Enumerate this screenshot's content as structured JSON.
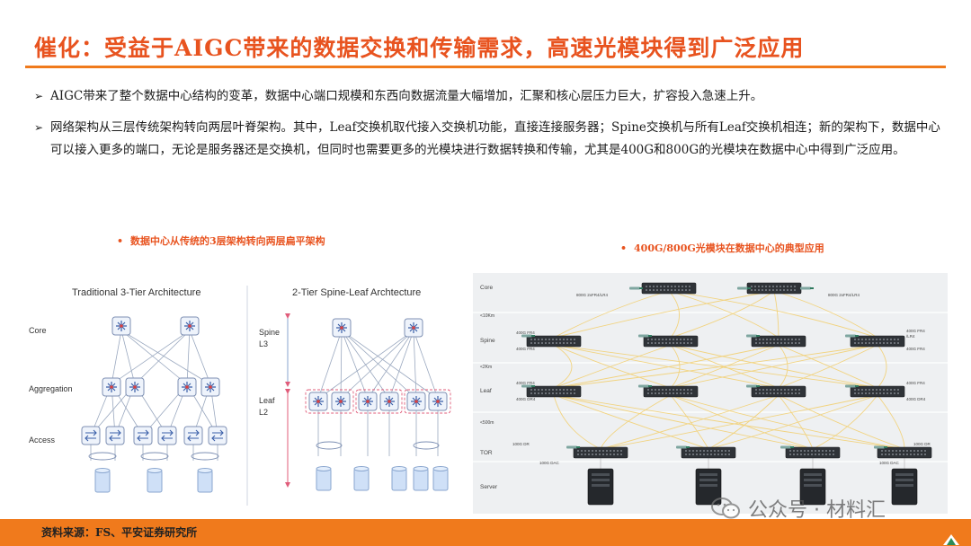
{
  "header": {
    "title": "催化：受益于AIGC带来的数据交换和传输需求，高速光模块得到广泛应用"
  },
  "bullets": [
    {
      "icon": "arrow-bullet-icon",
      "text": "AIGC带来了整个数据中心结构的变革，数据中心端口规模和东西向数据流量大幅增加，汇聚和核心层压力巨大，扩容投入急速上升。"
    },
    {
      "icon": "arrow-bullet-icon",
      "text": "网络架构从三层传统架构转向两层叶脊架构。其中，Leaf交换机取代接入交换机功能，直接连接服务器；Spine交换机与所有Leaf交换机相连；新的架构下，数据中心可以接入更多的端口，无论是服务器还是交换机，但同时也需要更多的光模块进行数据转换和传输，尤其是400G和800G的光模块在数据中心中得到广泛应用。"
    }
  ],
  "left_figure": {
    "caption": "数据中心从传统的3层架构转向两层扁平架构",
    "traditional_title": "Traditional 3-Tier Architecture",
    "spine_leaf_title": "2-Tier Spine-Leaf Archtecture",
    "layer_core": "Core",
    "layer_aggregation": "Aggregation",
    "layer_access": "Access",
    "spine_label": "Spine",
    "spine_level": "L3",
    "leaf_label": "Leaf",
    "leaf_level": "L2"
  },
  "right_figure": {
    "caption": "400G/800G光模块在数据中心的典型应用",
    "row_core": "Core",
    "dist_1": "<10Km",
    "row_spine": "Spine",
    "dist_2": "<2Km",
    "row_leaf": "Leaf",
    "dist_3": "<500m",
    "row_tor": "TOR",
    "row_server": "Server",
    "core_left_label": "800G 2xFR4/LR4",
    "core_right_label": "800G 2xFR4/LR4",
    "spine_left_label_1": "400G FR4",
    "spine_left_label_2": "400G FR4",
    "spine_right_label_1": "400G FR4",
    "spine_right_label_1b": "/LR4",
    "spine_right_label_2": "400G FR4",
    "leaf_left_label_1": "400G FR4",
    "leaf_left_label_2": "400G DR4",
    "leaf_right_label_1": "400G FR4",
    "leaf_right_label_2": "400G DR4",
    "tor_left_label_1": "100G DR",
    "tor_left_label_2": "100G DAC",
    "tor_right_label_1": "100G DR",
    "tor_right_label_2": "100G DAC"
  },
  "footer": {
    "source": "资料来源：FS、平安证券研究所",
    "watermark": "公众号 · 材料汇"
  },
  "colors": {
    "accent": "#e8531f",
    "bar": "#f07a1c",
    "fabric_line": "#f2d27a",
    "panel_bg": "#eef0f2"
  }
}
